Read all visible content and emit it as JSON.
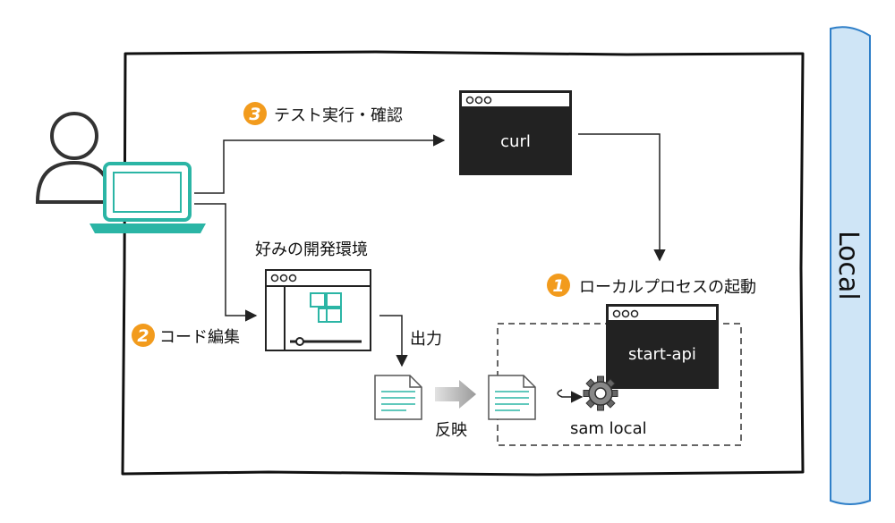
{
  "env_label": "Local",
  "user": {
    "role_icon": "user-icon",
    "device_icon": "laptop-icon"
  },
  "steps": [
    {
      "num": "1",
      "label": "ローカルプロセスの起動"
    },
    {
      "num": "2",
      "label": "コード編集"
    },
    {
      "num": "3",
      "label": "テスト実行・確認"
    }
  ],
  "terminals": {
    "curl": "curl",
    "start_api": "start-api"
  },
  "ide_label": "好みの開発環境",
  "output_label": "出力",
  "reflect_label": "反映",
  "sam_local_label": "sam local",
  "colors": {
    "badge": "#f29b1d",
    "teal": "#2bb5a5",
    "terminal": "#222222",
    "local_panel": "#cfe5f6",
    "local_border": "#2f7fc8"
  }
}
